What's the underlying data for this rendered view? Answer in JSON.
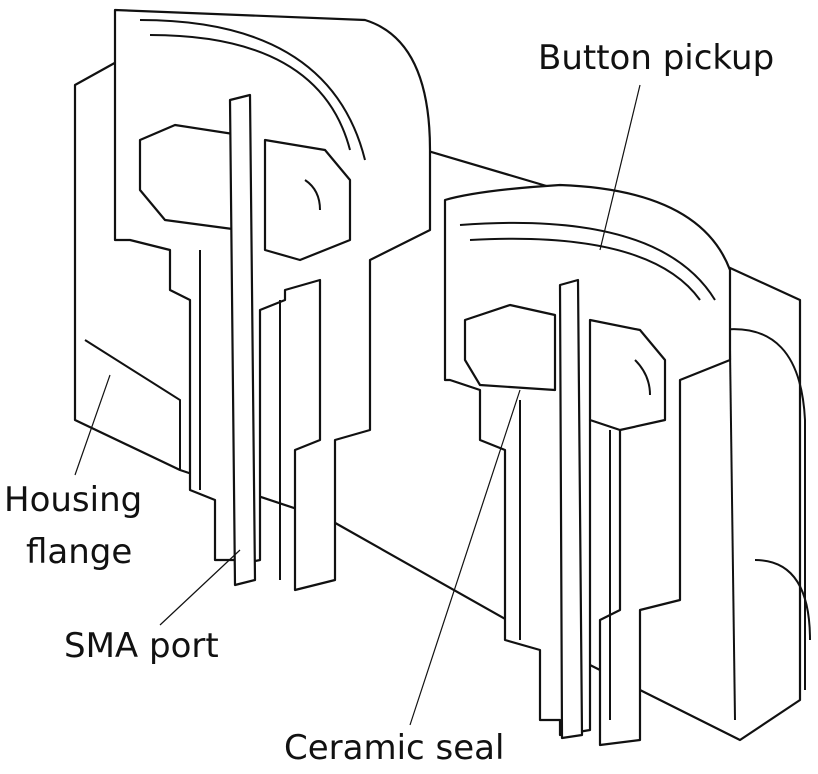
{
  "labels": {
    "button_pickup": "Button pickup",
    "housing_flange_line1": "Housing",
    "housing_flange_line2": "flange",
    "sma_port": "SMA port",
    "ceramic_seal": "Ceramic seal"
  }
}
